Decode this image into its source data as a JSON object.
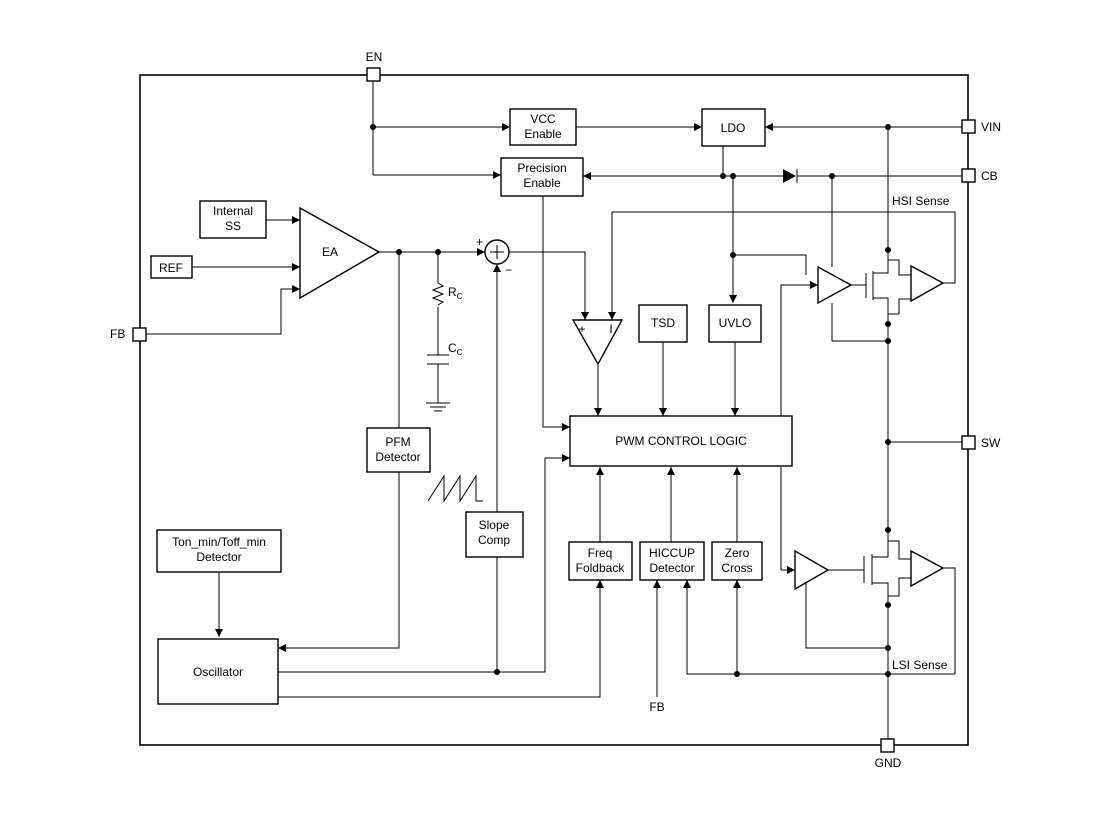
{
  "pins": {
    "en": "EN",
    "vin": "VIN",
    "cb": "CB",
    "sw": "SW",
    "fb": "FB",
    "gnd": "GND",
    "fb_internal": "FB"
  },
  "blocks": {
    "vcc_enable": [
      "VCC",
      "Enable"
    ],
    "ldo": "LDO",
    "precision_enable": [
      "Precision",
      "Enable"
    ],
    "internal_ss": [
      "Internal",
      "SS"
    ],
    "ref": "REF",
    "ea": "EA",
    "pwm_control_logic": "PWM CONTROL LOGIC",
    "tsd": "TSD",
    "uvlo": "UVLO",
    "pfm_detector": [
      "PFM",
      "Detector"
    ],
    "slope_comp": [
      "Slope",
      "Comp"
    ],
    "freq_foldback": [
      "Freq",
      "Foldback"
    ],
    "hiccup_detector": [
      "HICCUP",
      "Detector"
    ],
    "zero_cross": [
      "Zero",
      "Cross"
    ],
    "ton_toff_detector": [
      "Ton_min/Toff_min",
      "Detector"
    ],
    "oscillator": "Oscillator"
  },
  "labels": {
    "rc": "R",
    "rc_sub": "C",
    "cc": "C",
    "cc_sub": "C",
    "hsi_sense": "HSI Sense",
    "lsi_sense": "LSI Sense",
    "sum_plus": "+",
    "sum_minus": "−",
    "comp_plus": "+",
    "comp_i": "I"
  }
}
